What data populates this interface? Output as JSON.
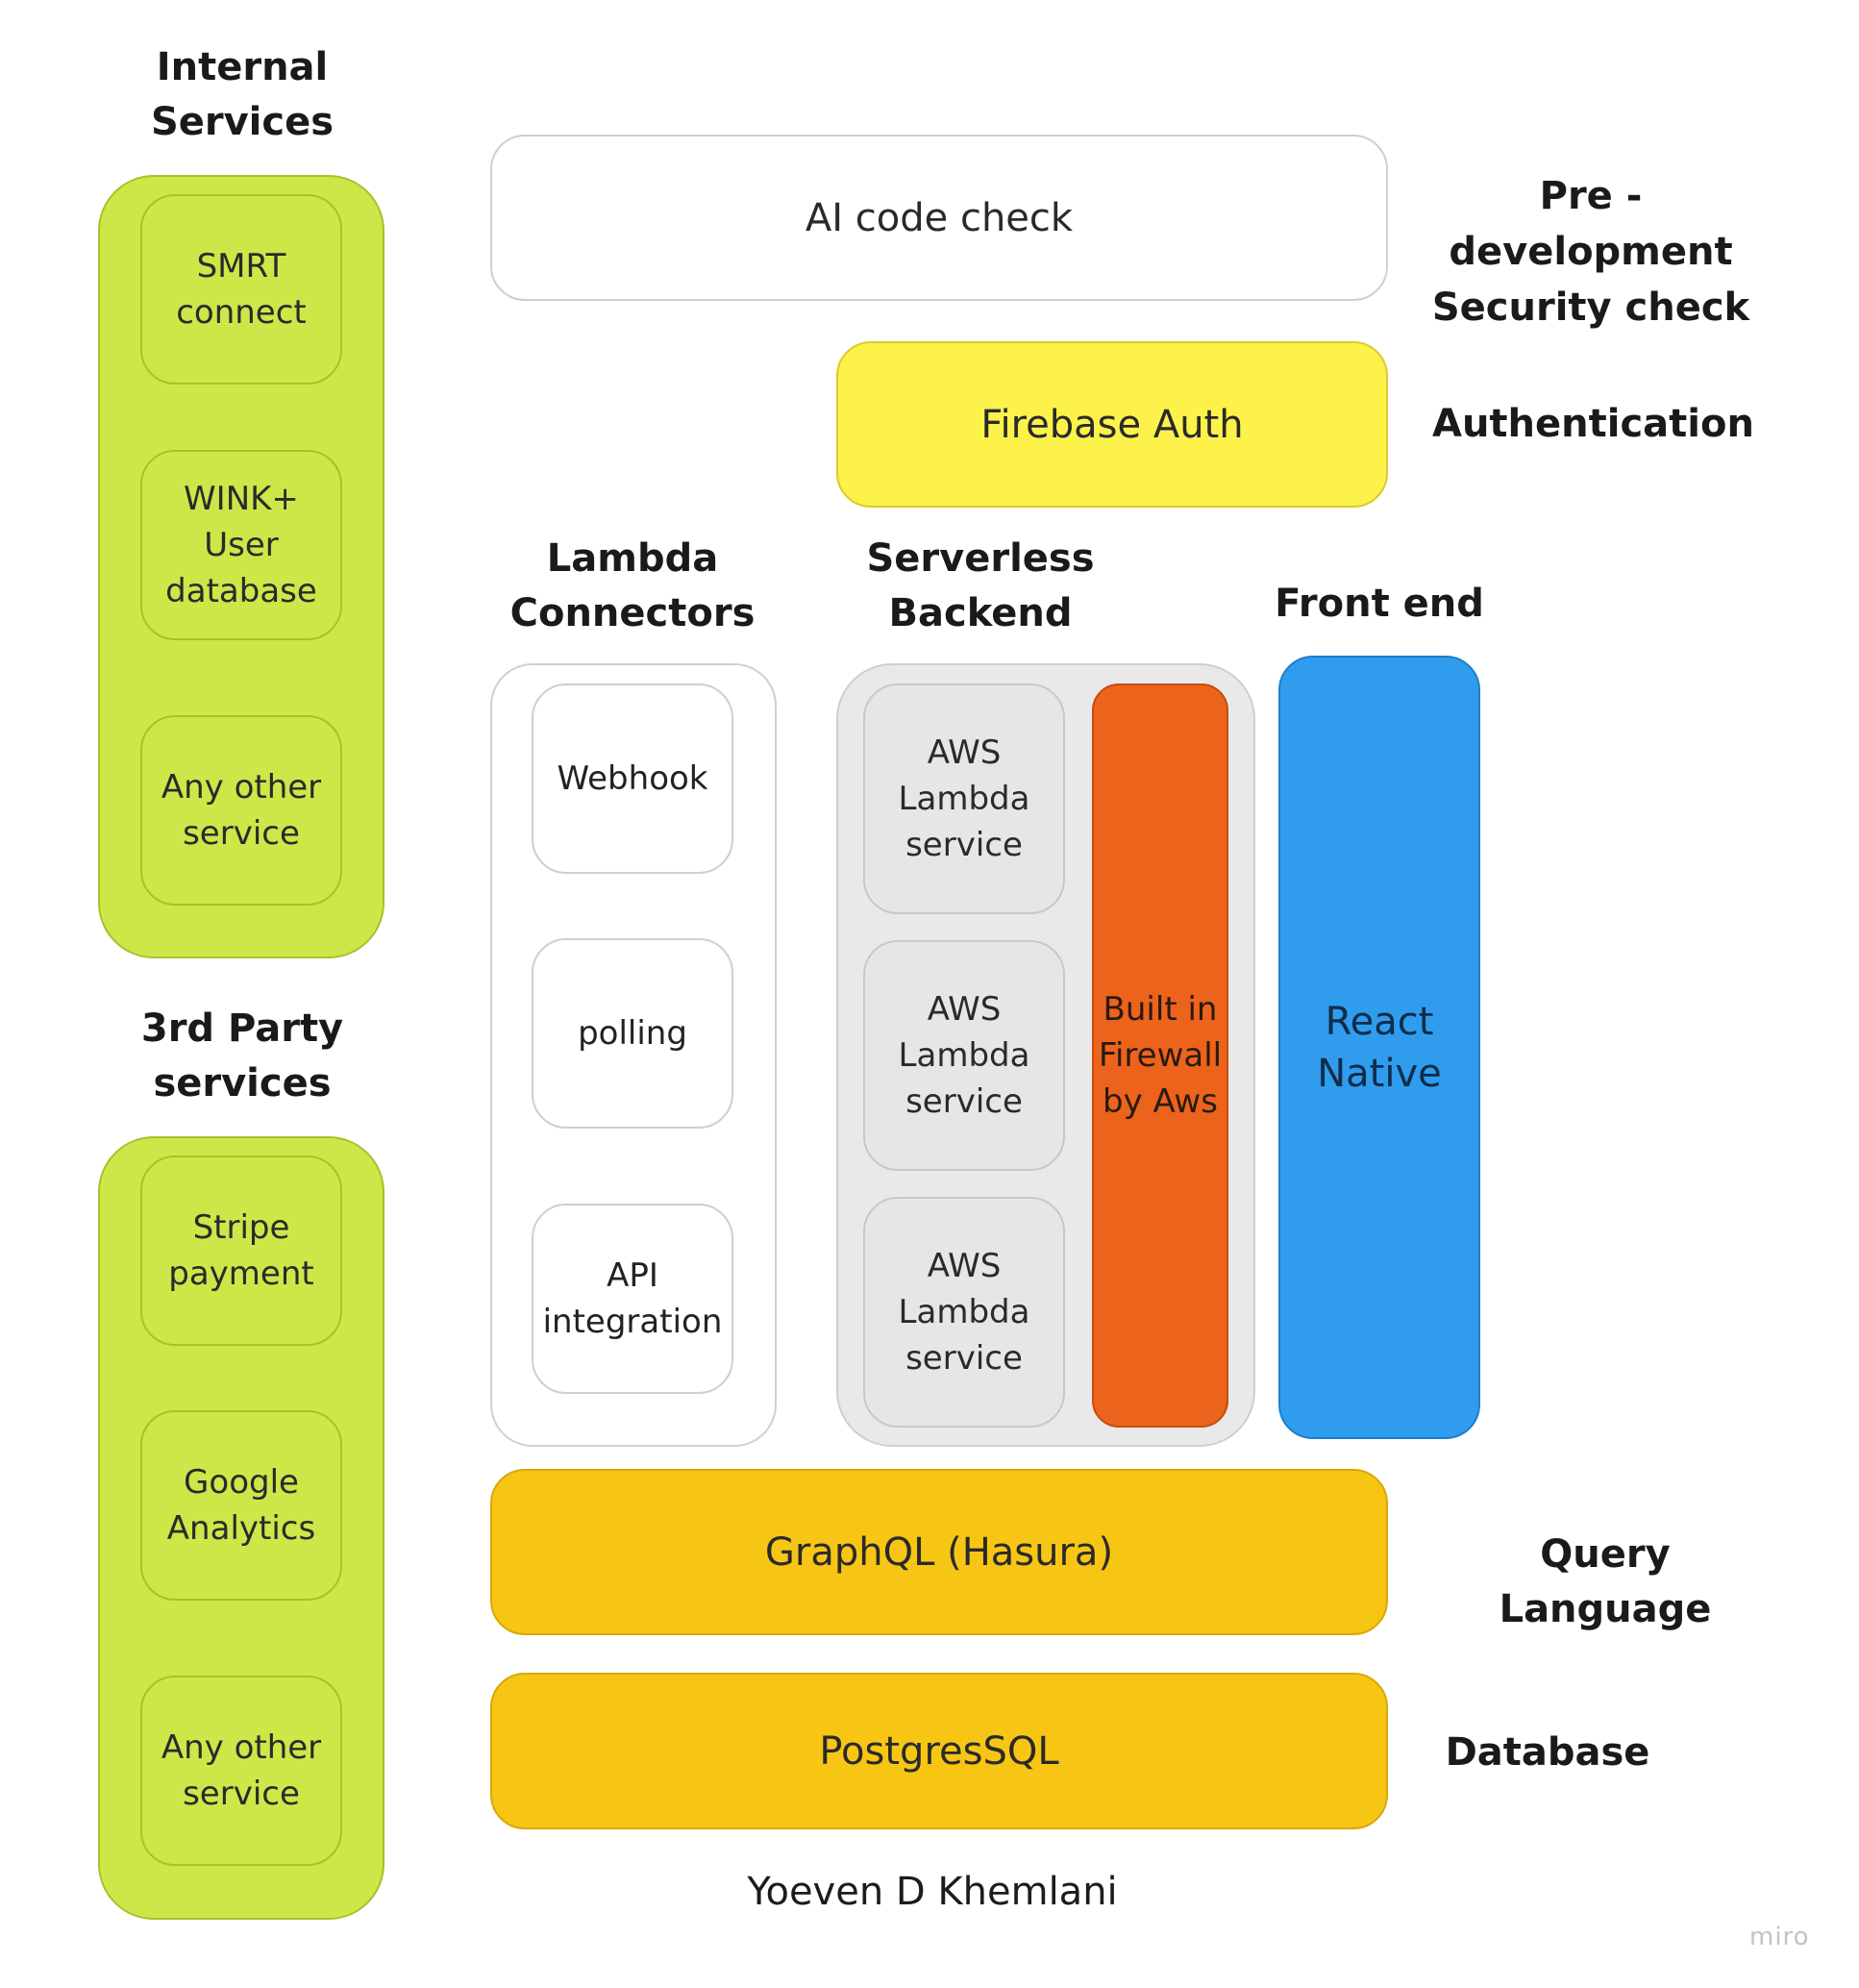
{
  "internal_services": {
    "heading": "Internal\nServices",
    "items": [
      "SMRT\nconnect",
      "WINK+\nUser\ndatabase",
      "Any other\nservice"
    ]
  },
  "third_party_services": {
    "heading": "3rd Party\nservices",
    "items": [
      "Stripe\npayment",
      "Google\nAnalytics",
      "Any other\nservice"
    ]
  },
  "layers": {
    "ai_code_check": "AI code check",
    "firebase_auth": "Firebase Auth",
    "graphql": "GraphQL (Hasura)",
    "postgres": "PostgresSQL"
  },
  "lambda_connectors": {
    "heading": "Lambda\nConnectors",
    "items": [
      "Webhook",
      "polling",
      "API\nintegration"
    ]
  },
  "serverless_backend": {
    "heading": "Serverless\nBackend",
    "items": [
      "AWS\nLambda\nservice",
      "AWS\nLambda\nservice",
      "AWS\nLambda\nservice"
    ],
    "firewall": "Built in\nFirewall\nby Aws"
  },
  "front_end": {
    "heading": "Front end",
    "label": "React\nNative"
  },
  "side_labels": {
    "pre_dev": "Pre -development\nSecurity check",
    "authentication": "Authentication",
    "query_language": "Query Language",
    "database": "Database"
  },
  "author": "Yoeven D Khemlani",
  "watermark": "miro",
  "colors": {
    "green": "#cde748",
    "yellow": "#fdf24a",
    "orange": "#ec631c",
    "blue": "#2f9cee",
    "amber": "#f7c614"
  }
}
